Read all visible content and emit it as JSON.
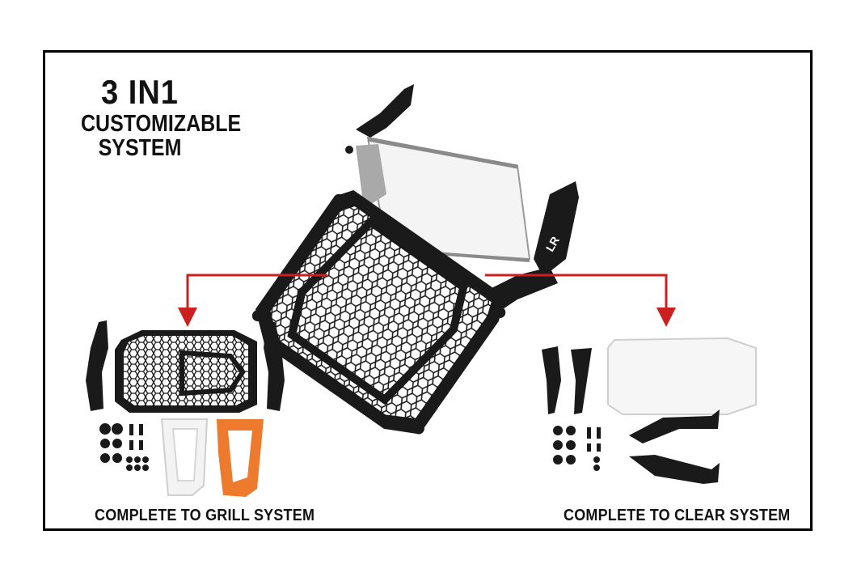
{
  "headline": {
    "line1": "3 IN1",
    "line2": "CUSTOMIZABLE",
    "line3": "SYSTEM"
  },
  "captions": {
    "left": "COMPLETE TO GRILL SYSTEM",
    "right": "COMPLETE TO CLEAR SYSTEM"
  },
  "brand_mark": "LR",
  "colors": {
    "arrow": "#cc1f1f",
    "metal": "#1a1a1a",
    "orange_bracket": "#ee7a2d",
    "clear_part": "#f3f3f3",
    "frame": "#000000"
  }
}
